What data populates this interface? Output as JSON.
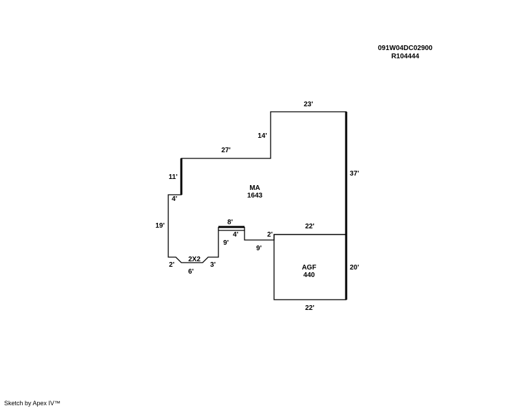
{
  "header": {
    "parcel_id": "091W04DC02900",
    "account": "R104444"
  },
  "areas": [
    {
      "name": "MA",
      "value": "1643"
    },
    {
      "name": "AGF",
      "value": "440"
    },
    {
      "name": "2X2",
      "value": ""
    }
  ],
  "dimensions": [
    "23'",
    "14'",
    "27'",
    "37'",
    "11'",
    "4'",
    "19'",
    "8'",
    "4'",
    "9'",
    "2'",
    "9'",
    "22'",
    "2'",
    "6'",
    "3'",
    "20'",
    "22'"
  ],
  "footer": {
    "text": "Sketch by Apex IV™"
  }
}
